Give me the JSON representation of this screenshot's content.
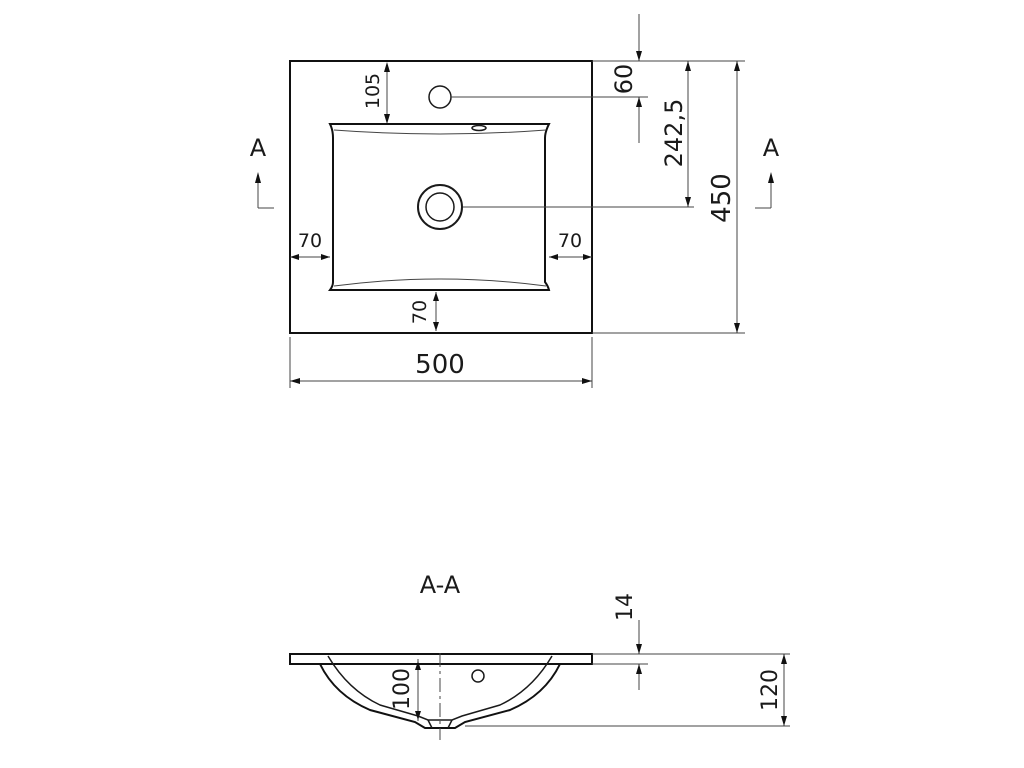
{
  "plan_view": {
    "dims": {
      "overall_width": "500",
      "overall_depth": "450",
      "faucet_hole_offset": "105",
      "left_rim": "70",
      "right_rim": "70",
      "front_rim": "70",
      "faucet_hole_from_back": "60",
      "drain_from_back": "242,5"
    },
    "section_marker_left": "A",
    "section_marker_right": "A"
  },
  "section_view": {
    "title": "A-A",
    "dims": {
      "rim_thickness": "14",
      "bowl_depth": "100",
      "total_height": "120"
    }
  }
}
